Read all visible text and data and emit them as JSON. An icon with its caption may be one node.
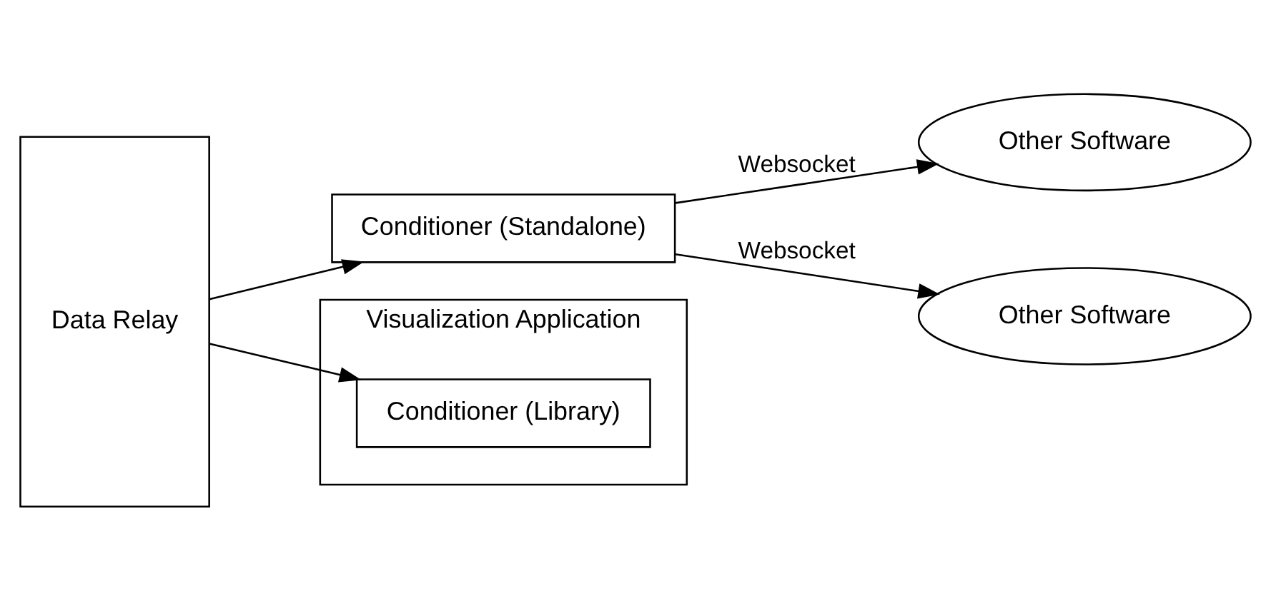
{
  "diagram": {
    "nodes": [
      {
        "text": [
          "Data Relay"
        ]
      },
      {
        "text": [
          "Conditioner (Standalone)"
        ]
      },
      {
        "text": [
          "Other Software"
        ]
      },
      {
        "text": [
          "Other Software"
        ]
      },
      {
        "text": [
          "Visualization Application"
        ]
      },
      {
        "text": [
          "Conditioner (Library)"
        ],
        "in": 4
      }
    ],
    "edges": [
      {
        "from": 0,
        "to": 1,
        "arrow": "to"
      },
      {
        "from": 0,
        "to": 5,
        "arrow": "to"
      },
      {
        "from": 1,
        "to": 2,
        "arrow": "to",
        "label": "Websocket"
      },
      {
        "from": 1,
        "to": 3,
        "arrow": "to",
        "label": "Websocket"
      }
    ]
  }
}
